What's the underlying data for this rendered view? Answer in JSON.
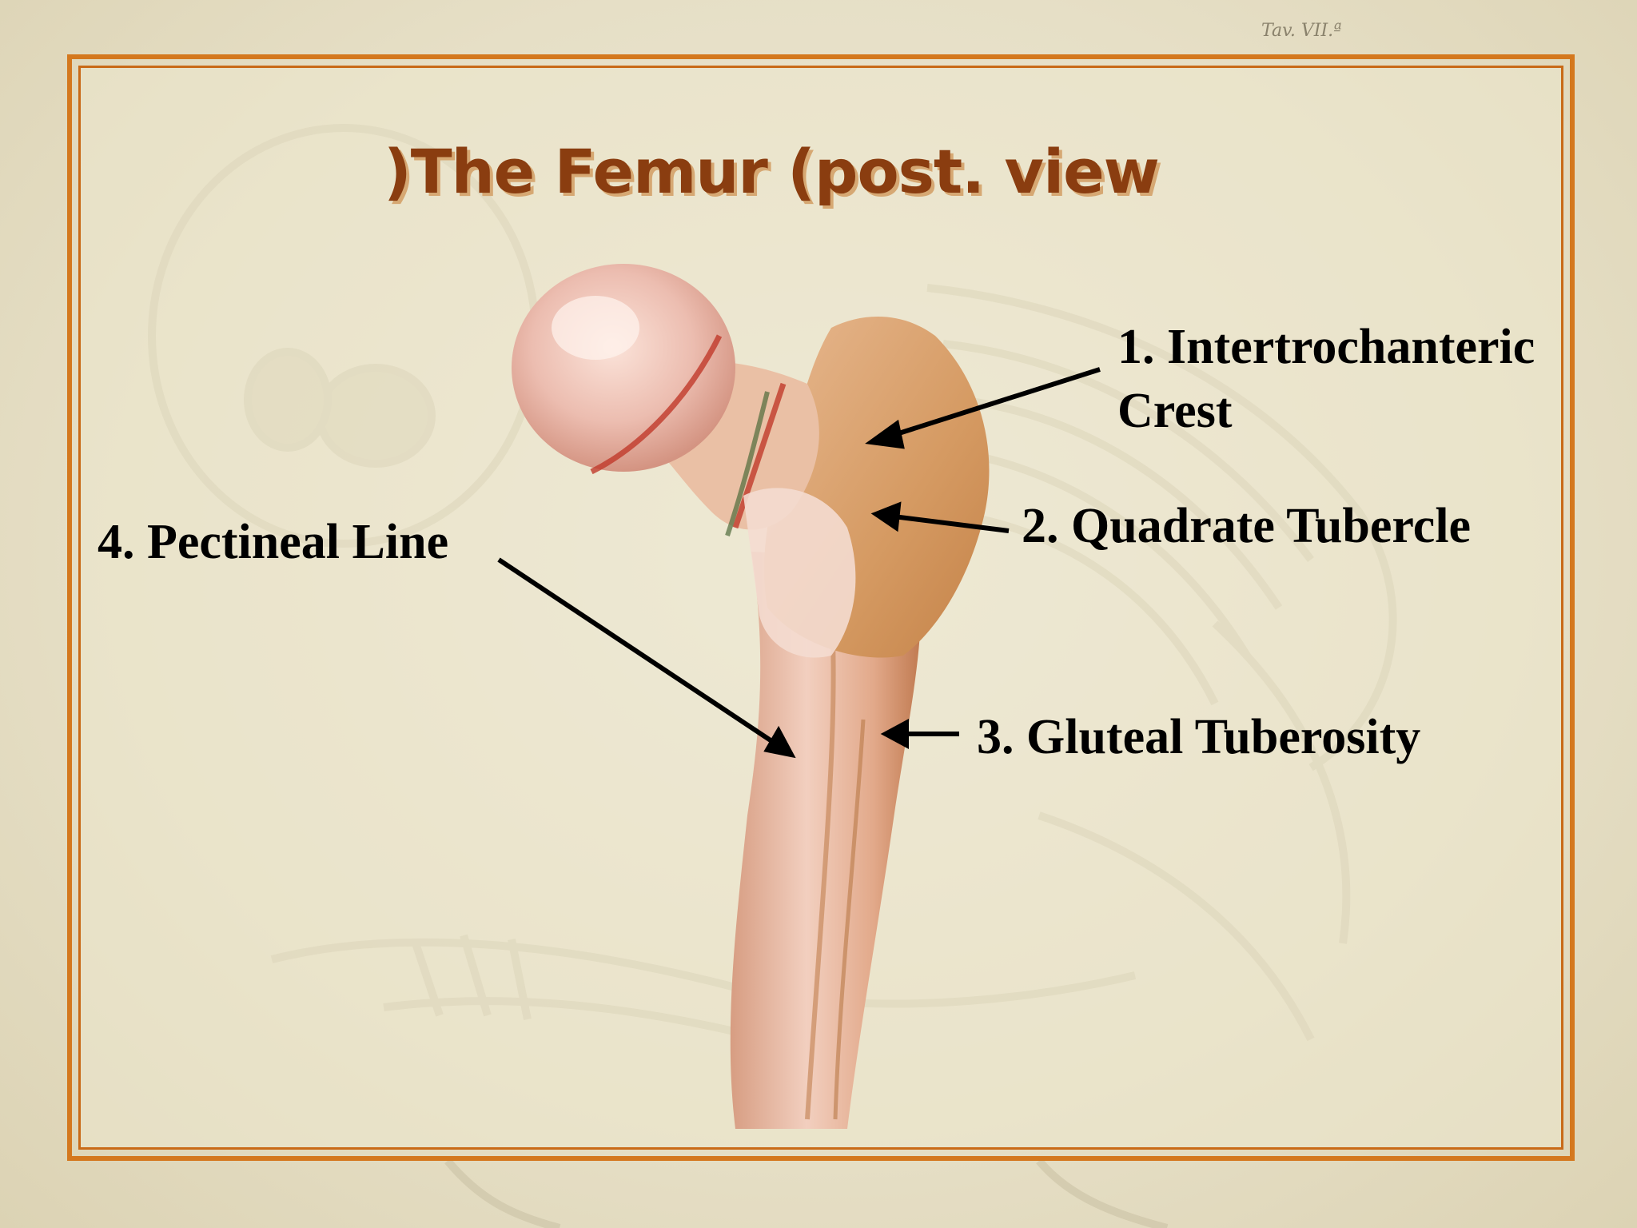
{
  "slide": {
    "plate_mark": "Tav. VII.ª",
    "title": ")The Femur (post. view"
  },
  "labels": {
    "intertrochanteric_line1": "1. Intertrochanteric",
    "intertrochanteric_line2": "Crest",
    "quadrate_tubercle": "2. Quadrate Tubercle",
    "gluteal_tuberosity": "3. Gluteal Tuberosity",
    "pectineal_line": "4. Pectineal Line"
  },
  "colors": {
    "frame": "#d4781e",
    "title": "#8a3d10",
    "title_shadow": "#d6a873",
    "bone": "#e9b9a0",
    "label_text": "#000000"
  }
}
